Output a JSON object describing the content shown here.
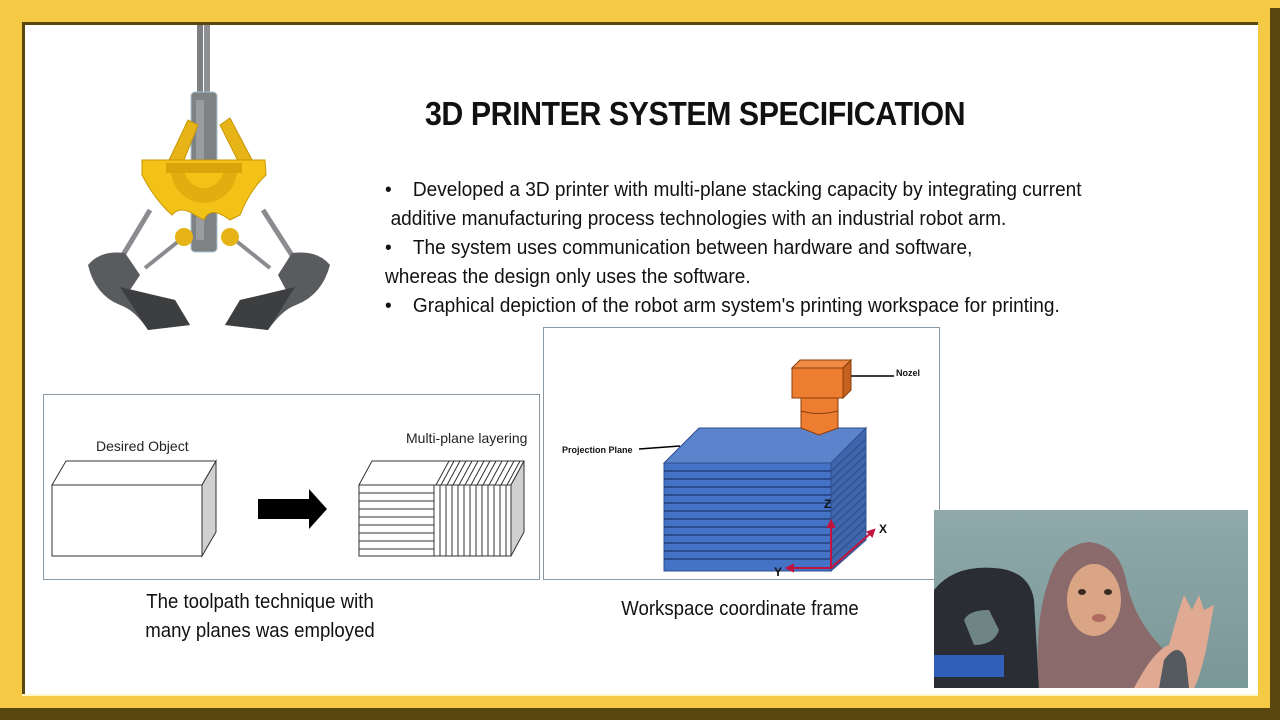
{
  "slide": {
    "title": "3D PRINTER SYSTEM SPECIFICATION",
    "bullets": [
      {
        "bullet": "•",
        "line1": "Developed a 3D printer with multi-plane stacking capacity by integrating current",
        "line2": "additive manufacturing process technologies with an industrial robot arm."
      },
      {
        "bullet": "•",
        "line1": "The system uses communication between hardware and software,",
        "line2": "whereas the design only uses the software."
      },
      {
        "bullet": "•",
        "line1": "Graphical depiction of the robot arm system's printing workspace for printing."
      }
    ],
    "figure_left": {
      "label_desired": "Desired Object",
      "label_multiplane": "Multi-plane layering",
      "caption_line1": "The toolpath technique with",
      "caption_line2": "many planes was employed"
    },
    "figure_right": {
      "label_nozzle": "Nozel",
      "label_projection": "Projection Plane",
      "axis_x": "X",
      "axis_y": "Y",
      "axis_z": "Z",
      "caption": "Workspace coordinate frame"
    },
    "decor": {
      "gripper_icon": "robot-gripper-claw"
    }
  },
  "colors": {
    "frame": "#f6c944",
    "frame_shadow": "#5a4710",
    "block_blue": "#4472c4",
    "nozzle_orange": "#ed7d31",
    "axis_red": "#c0143c"
  },
  "webcam": {
    "description": "presenter-video-feed"
  }
}
